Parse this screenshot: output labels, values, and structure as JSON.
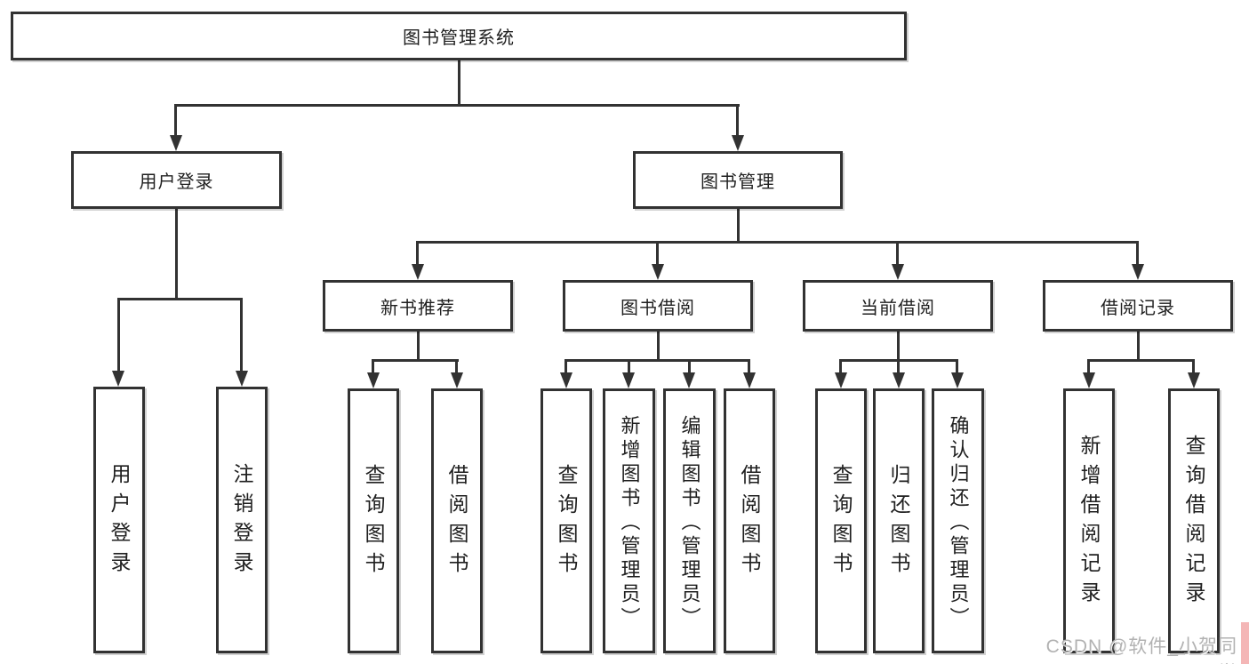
{
  "diagram": {
    "title": "图书管理系统",
    "watermark": "CSDN @软件_小贺同学",
    "colors": {
      "background": "#ffffff",
      "line": "#323232",
      "box_border": "#323232",
      "text": "#1f1f1f",
      "watermark_text": "#b2b2b2",
      "watermark_accent": "#f4b6b6"
    },
    "nodes": {
      "root": {
        "label": "图书管理系统"
      },
      "user_login_group": {
        "label": "用户登录"
      },
      "book_mgmt": {
        "label": "图书管理"
      },
      "user_login": {
        "label": "用户登录"
      },
      "logout": {
        "label": "注销登录"
      },
      "new_book_rec": {
        "label": "新书推荐"
      },
      "book_borrow": {
        "label": "图书借阅"
      },
      "current_borrow": {
        "label": "当前借阅"
      },
      "borrow_records": {
        "label": "借阅记录"
      },
      "nb_query": {
        "label": "查询图书"
      },
      "nb_borrow": {
        "label": "借阅图书"
      },
      "bb_query": {
        "label": "查询图书"
      },
      "bb_add": {
        "label": "新增图书（管理员）"
      },
      "bb_edit": {
        "label": "编辑图书（管理员）"
      },
      "bb_borrow": {
        "label": "借阅图书"
      },
      "cb_query": {
        "label": "查询图书"
      },
      "cb_return": {
        "label": "归还图书"
      },
      "cb_confirm": {
        "label": "确认归还（管理员）"
      },
      "br_add": {
        "label": "新增借阅记录"
      },
      "br_query": {
        "label": "查询借阅记录"
      }
    },
    "edges": [
      [
        "root",
        "user_login_group"
      ],
      [
        "root",
        "book_mgmt"
      ],
      [
        "user_login_group",
        "user_login"
      ],
      [
        "user_login_group",
        "logout"
      ],
      [
        "book_mgmt",
        "new_book_rec"
      ],
      [
        "book_mgmt",
        "book_borrow"
      ],
      [
        "book_mgmt",
        "current_borrow"
      ],
      [
        "book_mgmt",
        "borrow_records"
      ],
      [
        "new_book_rec",
        "nb_query"
      ],
      [
        "new_book_rec",
        "nb_borrow"
      ],
      [
        "book_borrow",
        "bb_query"
      ],
      [
        "book_borrow",
        "bb_add"
      ],
      [
        "book_borrow",
        "bb_edit"
      ],
      [
        "book_borrow",
        "bb_borrow"
      ],
      [
        "current_borrow",
        "cb_query"
      ],
      [
        "current_borrow",
        "cb_return"
      ],
      [
        "current_borrow",
        "cb_confirm"
      ],
      [
        "borrow_records",
        "br_add"
      ],
      [
        "borrow_records",
        "br_query"
      ]
    ]
  }
}
